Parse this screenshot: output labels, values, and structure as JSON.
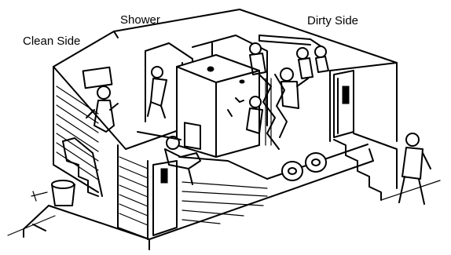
{
  "labels": {
    "clean_side": "Clean Side",
    "shower": "Shower",
    "dirty_side": "Dirty Side"
  }
}
